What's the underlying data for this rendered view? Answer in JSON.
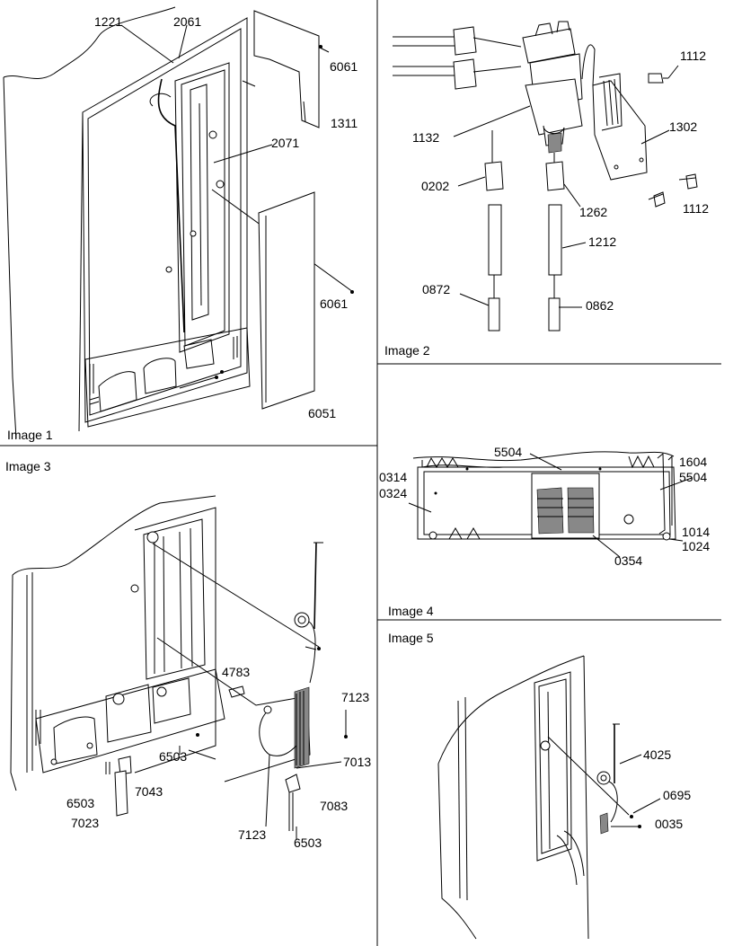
{
  "captions": {
    "image1": "Image 1",
    "image2": "Image 2",
    "image3": "Image 3",
    "image4": "Image 4",
    "image5": "Image 5"
  },
  "image1_labels": {
    "p1221": "1221",
    "p2061": "2061",
    "p6061a": "6061",
    "p1311": "1311",
    "p2071": "2071",
    "p6061b": "6061",
    "p6051": "6051"
  },
  "image2_labels": {
    "p1112a": "1112",
    "p1132": "1132",
    "p1302": "1302",
    "p0202": "0202",
    "p1262": "1262",
    "p1112b": "1112",
    "p1212": "1212",
    "p0872": "0872",
    "p0862": "0862"
  },
  "image3_labels": {
    "p4783": "4783",
    "p7123a": "7123",
    "p6503a": "6503",
    "p7013": "7013",
    "p6503b": "6503",
    "p7043": "7043",
    "p7083": "7083",
    "p7023": "7023",
    "p7123b": "7123",
    "p6503c": "6503"
  },
  "image4_labels": {
    "p5504a": "5504",
    "p1604": "1604",
    "p5504b": "5504",
    "p0314": "0314",
    "p0324": "0324",
    "p1014": "1014",
    "p1024": "1024",
    "p0354": "0354"
  },
  "image5_labels": {
    "p4025": "4025",
    "p0695": "0695",
    "p0035": "0035"
  }
}
